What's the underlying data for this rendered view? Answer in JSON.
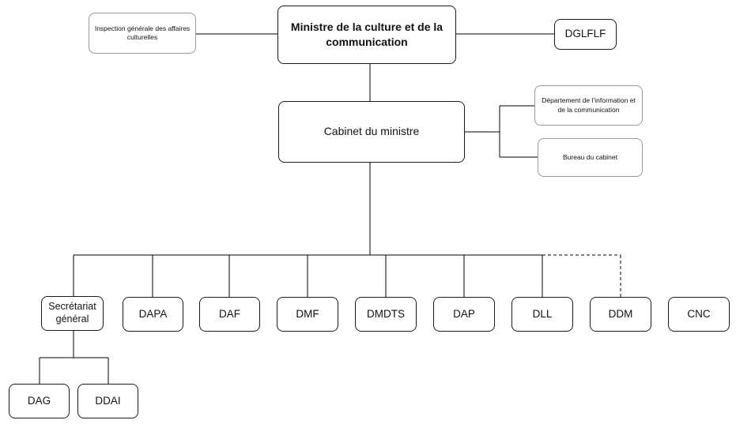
{
  "diagram": {
    "type": "org-chart",
    "description": "Organigramme du ministère de la culture et de la communication"
  },
  "nodes": {
    "ministre": {
      "label": "Ministre de la culture et de la communication"
    },
    "inspection": {
      "label": "Inspection générale des affaires culturelles"
    },
    "dglflf": {
      "label": "DGLFLF"
    },
    "cabinet": {
      "label": "Cabinet du ministre"
    },
    "dept_info": {
      "label": "Département de l’information et de la communication"
    },
    "bureau": {
      "label": "Bureau du cabinet"
    },
    "secretariat": {
      "label": "Secrétariat général"
    },
    "dapa": {
      "label": "DAPA"
    },
    "daf": {
      "label": "DAF"
    },
    "dmf": {
      "label": "DMF"
    },
    "dmdts": {
      "label": "DMDTS"
    },
    "dap": {
      "label": "DAP"
    },
    "dll": {
      "label": "DLL"
    },
    "ddm": {
      "label": "DDM"
    },
    "cnc": {
      "label": "CNC"
    },
    "dag": {
      "label": "DAG"
    },
    "ddai": {
      "label": "DDAI"
    }
  },
  "edges": [
    {
      "from": "inspection",
      "to": "ministre",
      "style": "solid"
    },
    {
      "from": "ministre",
      "to": "dglflf",
      "style": "solid"
    },
    {
      "from": "ministre",
      "to": "cabinet",
      "style": "solid"
    },
    {
      "from": "cabinet",
      "to": "dept_info",
      "style": "solid"
    },
    {
      "from": "cabinet",
      "to": "bureau",
      "style": "solid"
    },
    {
      "from": "cabinet",
      "to": "secretariat",
      "style": "solid"
    },
    {
      "from": "cabinet",
      "to": "dapa",
      "style": "solid"
    },
    {
      "from": "cabinet",
      "to": "daf",
      "style": "solid"
    },
    {
      "from": "cabinet",
      "to": "dmf",
      "style": "solid"
    },
    {
      "from": "cabinet",
      "to": "dmdts",
      "style": "solid"
    },
    {
      "from": "cabinet",
      "to": "dap",
      "style": "solid"
    },
    {
      "from": "cabinet",
      "to": "dll",
      "style": "solid"
    },
    {
      "from": "cabinet",
      "to": "ddm",
      "style": "dashed"
    },
    {
      "from": "secretariat",
      "to": "dag",
      "style": "solid"
    },
    {
      "from": "secretariat",
      "to": "ddai",
      "style": "solid"
    }
  ],
  "colors": {
    "line": "#000000",
    "box_border_strong": "#1a1a1a",
    "box_border_soft": "#9a9a9a",
    "background": "#ffffff",
    "text": "#111111"
  }
}
